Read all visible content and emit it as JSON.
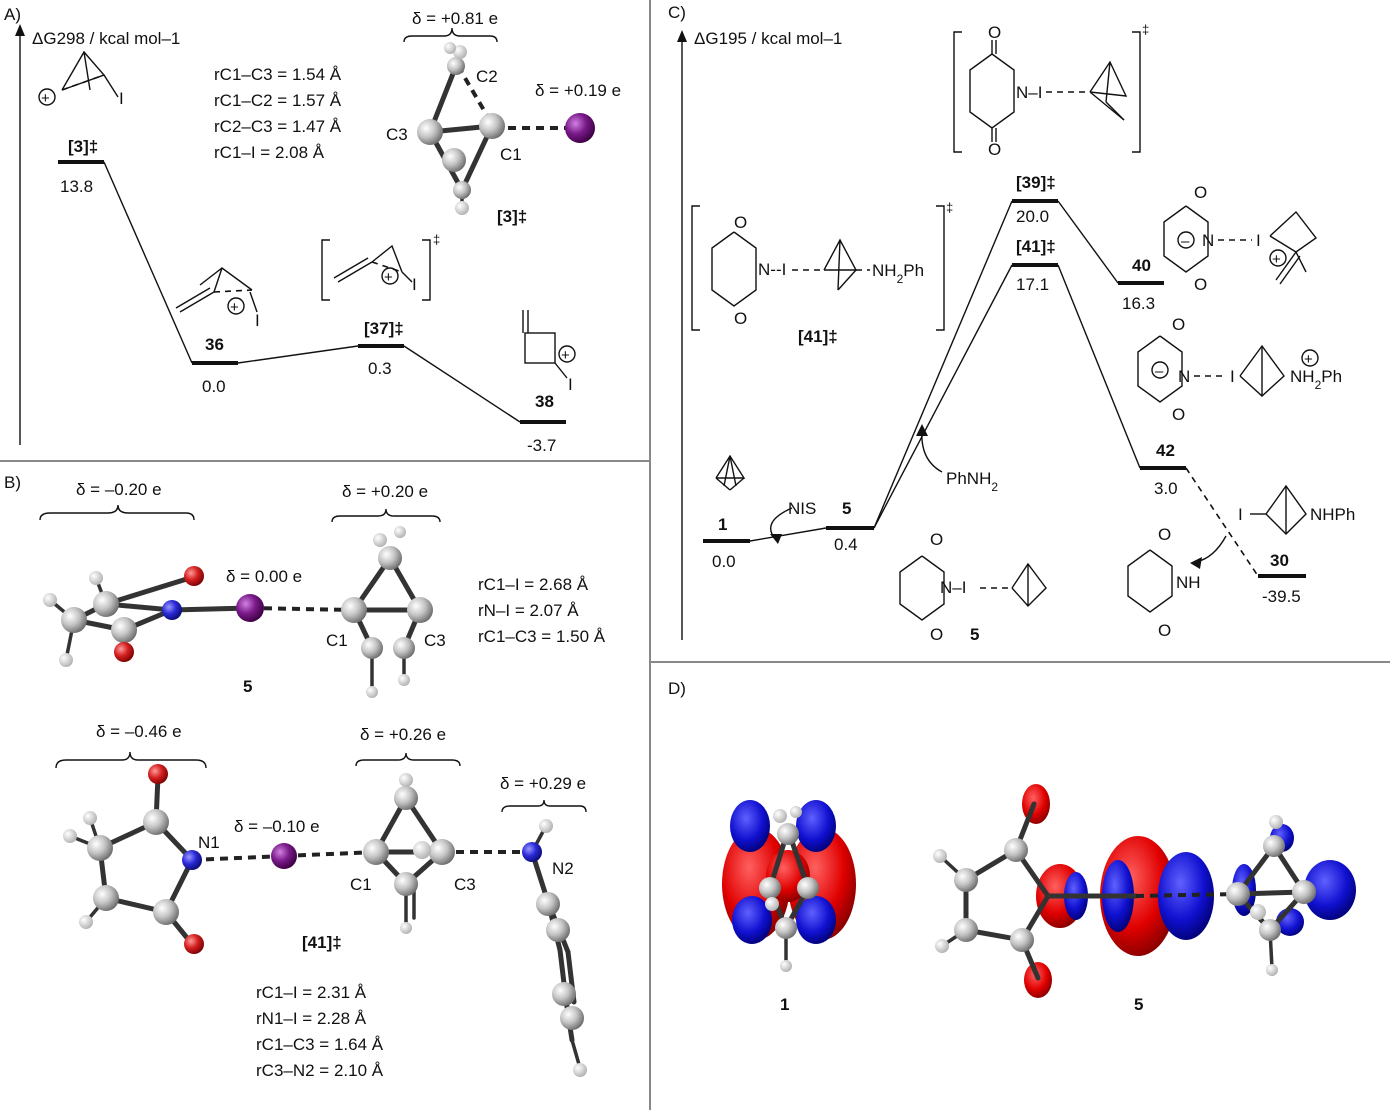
{
  "panels": {
    "A": {
      "label": "A)",
      "axis": "ΔG298 / kcal mol–1",
      "levels": [
        {
          "id": "[3]‡",
          "value": "13.8"
        },
        {
          "id": "36",
          "value": "0.0"
        },
        {
          "id": "[37]‡",
          "value": "0.3"
        },
        {
          "id": "38",
          "value": "-3.7"
        }
      ],
      "geometry_notes": [
        "rC1–C3 = 1.54 Å",
        "rC1–C2 = 1.57 Å",
        "rC2–C3 = 1.47 Å",
        "rC1–I = 2.08 Å"
      ],
      "charges": [
        "δ = +0.81 e",
        "δ = +0.19 e"
      ],
      "atom_labels": [
        "C2",
        "C3",
        "C1"
      ],
      "model_label": "[3]‡"
    },
    "B": {
      "label": "B)",
      "top_charges": [
        "δ = –0.20 e",
        "δ = +0.20 e",
        "δ = 0.00 e"
      ],
      "top_geometry": [
        "rC1–I = 2.68 Å",
        "rN–I = 2.07 Å",
        "rC1–C3 = 1.50 Å"
      ],
      "top_atoms": [
        "C1",
        "C3"
      ],
      "top_label": "5",
      "bottom_charges": [
        "δ = –0.46 e",
        "δ = +0.26 e",
        "δ = +0.29 e",
        "δ = –0.10 e"
      ],
      "bottom_atoms": [
        "N1",
        "C1",
        "C3",
        "N2"
      ],
      "bottom_label": "[41]‡",
      "bottom_geometry": [
        "rC1–I = 2.31 Å",
        "rN1–I = 2.28 Å",
        "rC1–C3 = 1.64 Å",
        "rC3–N2 = 2.10 Å"
      ]
    },
    "C": {
      "label": "C)",
      "axis": "ΔG195 / kcal mol–1",
      "levels": [
        {
          "id": "1",
          "value": "0.0"
        },
        {
          "id": "5",
          "value": "0.4"
        },
        {
          "id": "[39]‡",
          "value": "20.0"
        },
        {
          "id": "[41]‡",
          "value": "17.1"
        },
        {
          "id": "40",
          "value": "16.3"
        },
        {
          "id": "42",
          "value": "3.0"
        },
        {
          "id": "30",
          "value": "-39.5"
        }
      ],
      "reagents": [
        "NIS",
        "PhNH2"
      ],
      "struct_labels": [
        "[41]‡",
        "5"
      ],
      "substituents": [
        "NH2Ph",
        "NHPh",
        "NH"
      ]
    },
    "D": {
      "label": "D)",
      "labels": [
        "1",
        "5"
      ]
    }
  },
  "colors": {
    "oxygen": "#d42020",
    "nitrogen": "#2a2ad8",
    "iodine": "#7a1a8a",
    "carbon": "#b8b8b8",
    "lobe_red": "#e00000",
    "lobe_blue": "#1010d0"
  }
}
